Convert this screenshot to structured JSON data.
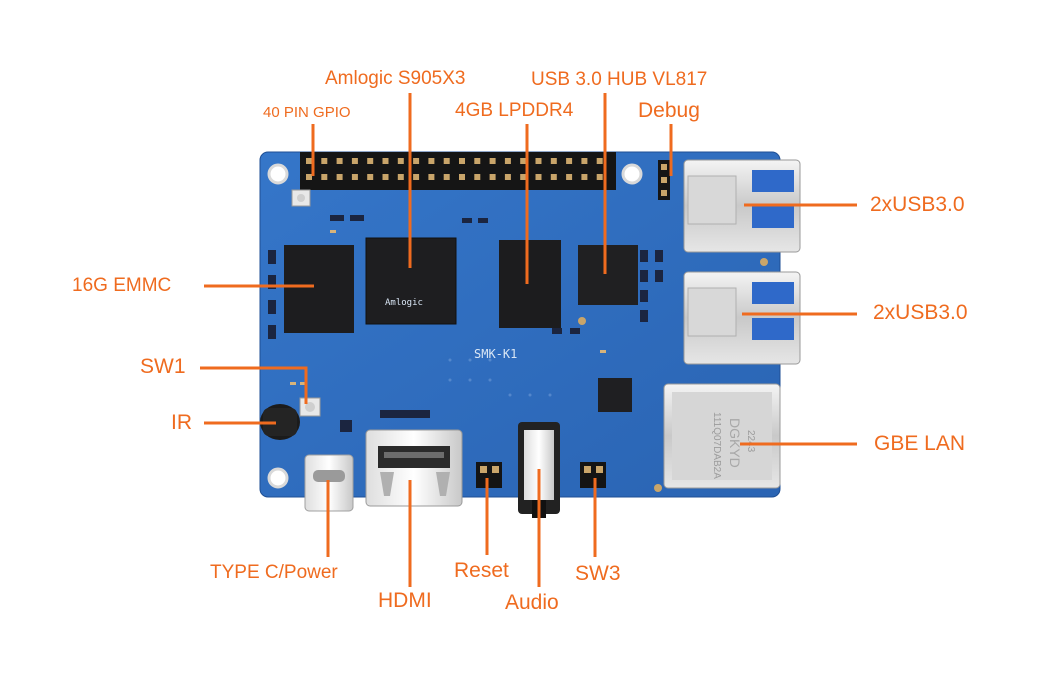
{
  "labels": {
    "gpio": "40 PIN GPIO",
    "soc": "Amlogic S905X3",
    "ram": "4GB LPDDR4",
    "hub": "USB 3.0 HUB VL817",
    "debug": "Debug",
    "usb_top": "2xUSB3.0",
    "usb_bottom": "2xUSB3.0",
    "emmc": "16G EMMC",
    "sw1": "SW1",
    "ir": "IR",
    "lan": "GBE LAN",
    "typec": "TYPE C/Power",
    "hdmi": "HDMI",
    "reset": "Reset",
    "audio": "Audio",
    "sw3": "SW3"
  },
  "board_text": {
    "board_name": "SMK-K1",
    "lan_brand": "DGKYD",
    "lan_code": "111Q07DAB2A",
    "lan_date": "2243"
  },
  "colors": {
    "accent": "#ef6b1f",
    "pcb": "#2f6fc0",
    "pcb_dark": "#1f4f94"
  }
}
